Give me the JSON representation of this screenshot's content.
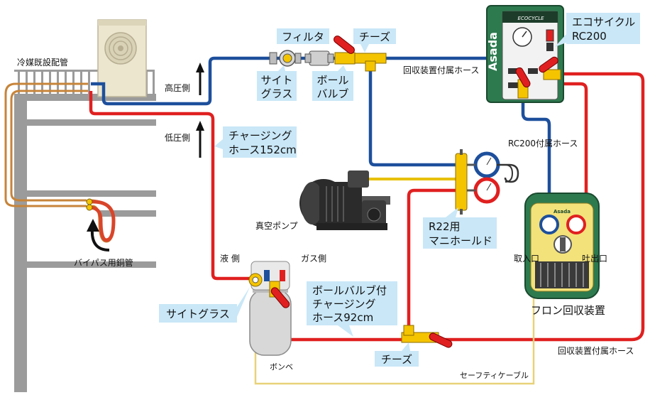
{
  "labels": {
    "existing_pipe": "冷媒既設配管",
    "high_side": "高圧側",
    "low_side": "低圧側",
    "bypass_copper": "バイパス用銅管",
    "filter": "フィルタ",
    "tees_top": "チーズ",
    "sight_glass_top_1": "サイト",
    "sight_glass_top_2": "グラス",
    "ball_valve_1": "ボール",
    "ball_valve_2": "バルブ",
    "recovery_hose_top": "回収装置付属ホース",
    "ecocycle_1": "エコサイクル",
    "ecocycle_2": "RC200",
    "rc200_hose": "RC200付属ホース",
    "charging_hose_1": "チャージング",
    "charging_hose_2": "ホース152cm",
    "vacuum_pump": "真空ポンプ",
    "manifold_1": "R22用",
    "manifold_2": "マニホールド",
    "liquid_side": "液 側",
    "gas_side": "ガス側",
    "sight_glass_bottom": "サイトグラス",
    "ballvalve_hose_1": "ボールバルブ付",
    "ballvalve_hose_2": "チャージング",
    "ballvalve_hose_3": "ホース92cm",
    "tees_bottom": "チーズ",
    "cylinder": "ボンベ",
    "safety_cable": "セーフティケーブル",
    "inlet": "取入口",
    "outlet": "吐出口",
    "recovery_unit": "フロン回収装置",
    "recovery_hose_bottom": "回収装置付属ホース",
    "brand_side": "Asada",
    "brand_unit": "Asada"
  },
  "colors": {
    "red_hose": "#e02020",
    "blue_hose": "#1d4f9c",
    "yellow_fitting": "#f5c400",
    "callout_bg": "#c9e7f7",
    "copper": "#c7843a",
    "unit_green": "#2e7a4f"
  }
}
